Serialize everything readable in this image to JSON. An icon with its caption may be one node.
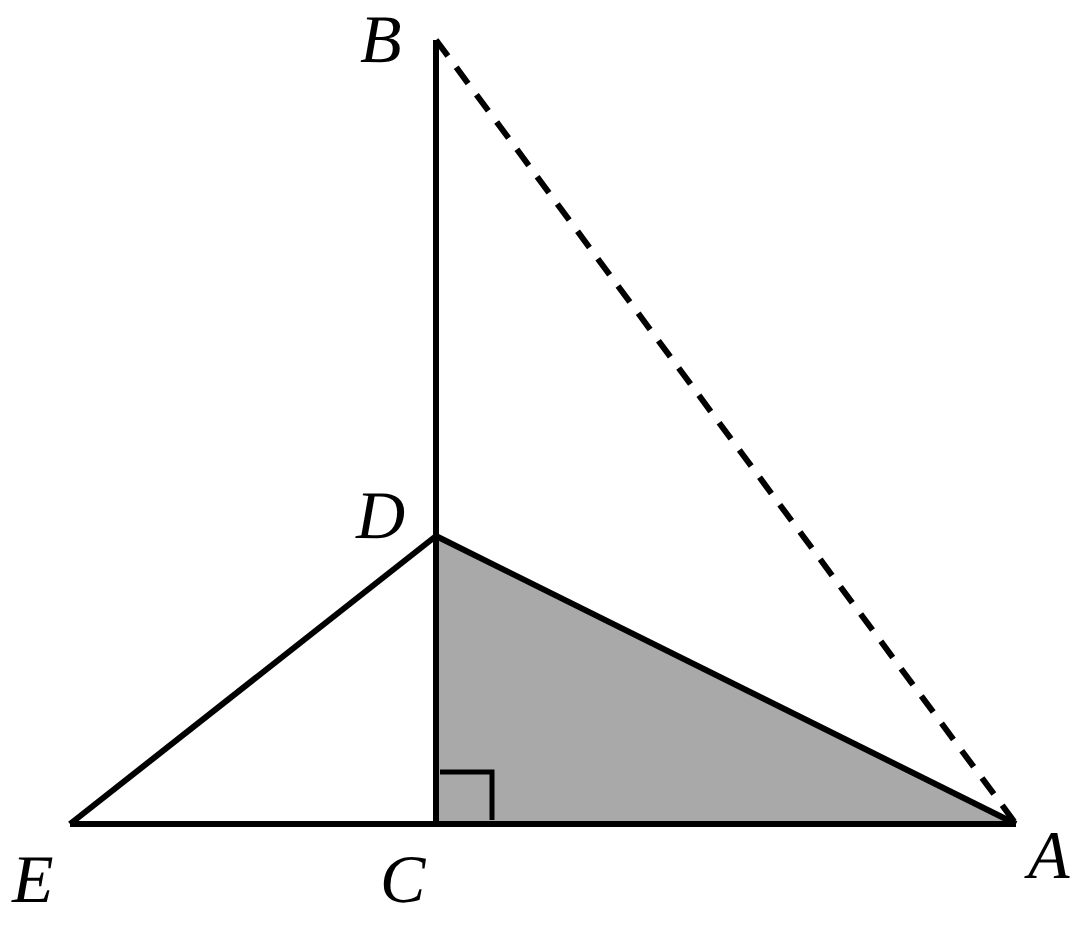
{
  "diagram": {
    "nodes": [
      {
        "text": [
          "B"
        ]
      },
      {
        "text": [
          "D"
        ]
      },
      {
        "text": [
          "E"
        ]
      },
      {
        "text": [
          "C"
        ]
      },
      {
        "text": [
          "A"
        ]
      }
    ],
    "edges": [
      {
        "from": 0,
        "to": 1,
        "arrow": "none"
      },
      {
        "from": 1,
        "to": 3,
        "arrow": "none"
      },
      {
        "from": 2,
        "to": 3,
        "arrow": "none"
      },
      {
        "from": 3,
        "to": 4,
        "arrow": "none"
      },
      {
        "from": 2,
        "to": 1,
        "arrow": "none"
      },
      {
        "from": 1,
        "to": 4,
        "arrow": "none"
      },
      {
        "from": 0,
        "to": 4,
        "arrow": "none",
        "style": "dashed"
      }
    ]
  }
}
